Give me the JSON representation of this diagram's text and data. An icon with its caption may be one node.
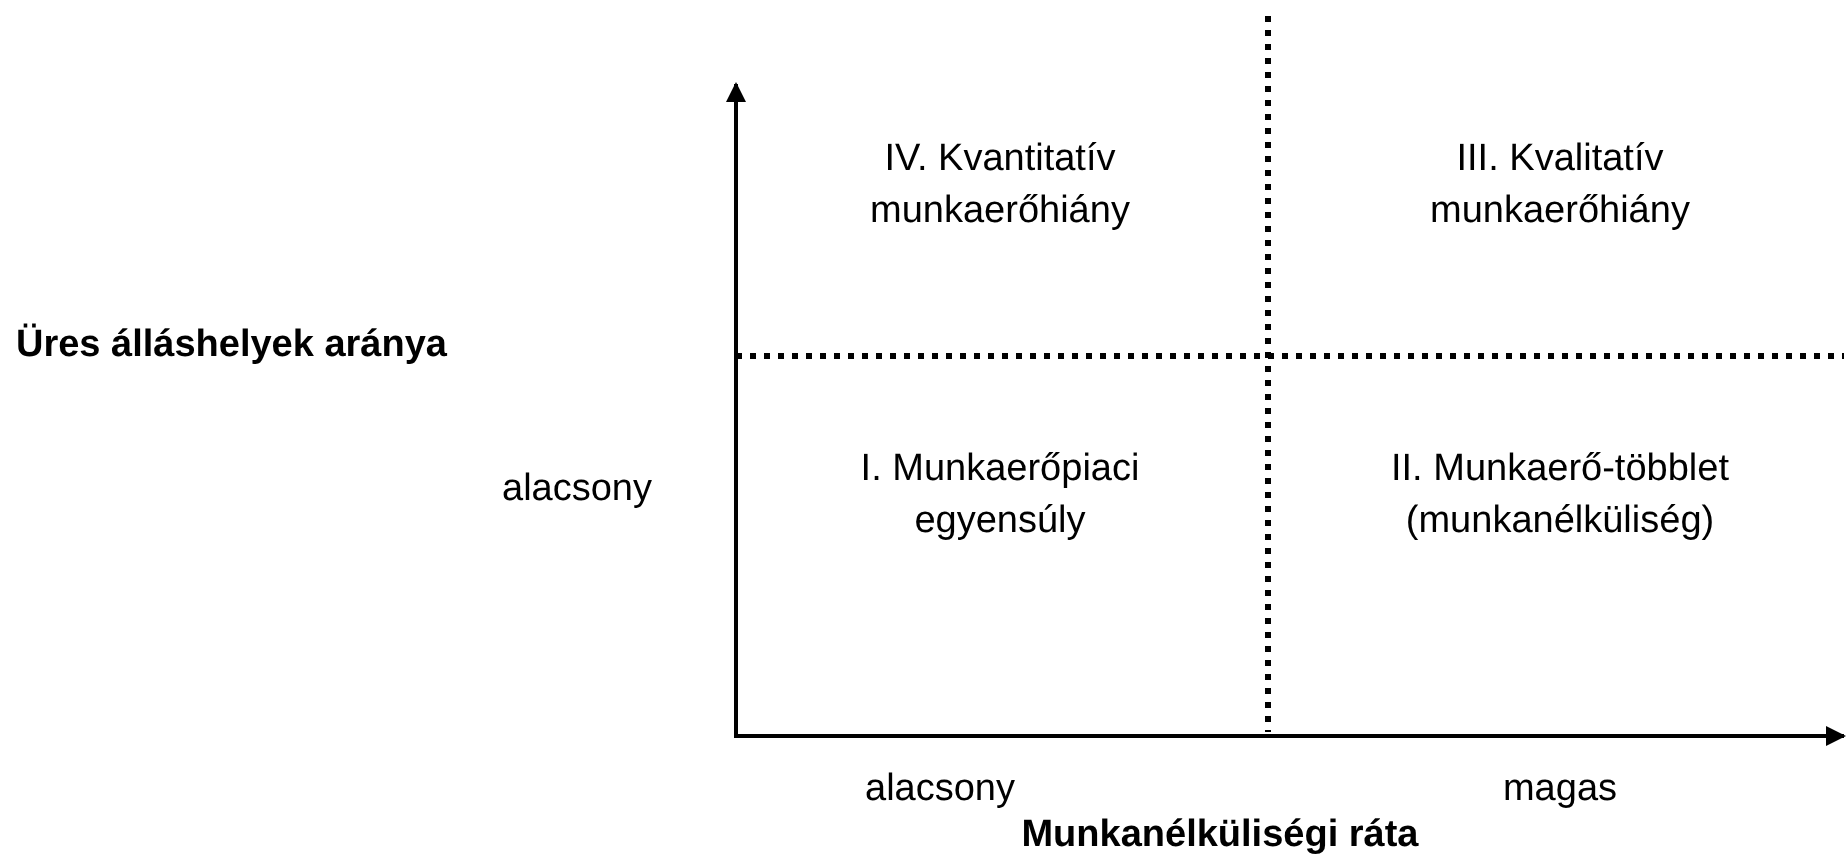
{
  "diagram": {
    "labels": [
      "IV. Kvantitatív munkaerőhiány",
      "III. Kvalitatív munkaerőhiány",
      "Üres álláshelyek aránya",
      "alacsony",
      "I. Munkaerőpiaci egyensúly",
      "II. Munkaerő-többlet (munkanélküliség)",
      "alacsony",
      "magas",
      "Munkanélküliségi ráta"
    ]
  }
}
